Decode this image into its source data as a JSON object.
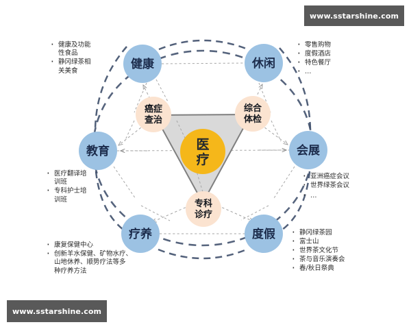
{
  "diagram": {
    "core": {
      "label": "医疗",
      "color": "#f5b71a"
    },
    "hubs": [
      {
        "id": "cancer",
        "label_line1": "癌症",
        "label_line2": "查治",
        "color": "#fbe3d0"
      },
      {
        "id": "checkup",
        "label_line1": "综合",
        "label_line2": "体检",
        "color": "#fbe3d0"
      },
      {
        "id": "specialty",
        "label_line1": "专科",
        "label_line2": "诊疗",
        "color": "#fbe3d0"
      }
    ],
    "nodes": [
      {
        "id": "health",
        "label": "健康",
        "color": "#9cc2e3"
      },
      {
        "id": "leisure",
        "label": "休闲",
        "color": "#9cc2e3"
      },
      {
        "id": "education",
        "label": "教育",
        "color": "#9cc2e3"
      },
      {
        "id": "expo",
        "label": "会展",
        "color": "#9cc2e3"
      },
      {
        "id": "recuperation",
        "label": "疗养",
        "color": "#9cc2e3"
      },
      {
        "id": "vacation",
        "label": "度假",
        "color": "#9cc2e3"
      }
    ],
    "lists": {
      "health": [
        "健康及功能",
        "性食品",
        "静冈绿茶相",
        "关美食"
      ],
      "health_items": [
        "健康及功能性食品",
        "静冈绿茶相关美食"
      ],
      "leisure_items": [
        "零售购物",
        "度假酒店",
        "特色餐厅",
        "…"
      ],
      "education_items": [
        "医疗翻译培训班",
        "专科护士培训班"
      ],
      "expo_items": [
        "亚洲癌症会议",
        "世界绿茶会议",
        "…"
      ],
      "recuperation_items": [
        "康复保健中心",
        "创新羊水保健、矿物水疗、山地休养、顺势疗法等多种疗养方法"
      ],
      "vacation_items": [
        "静冈绿茶园",
        "富士山",
        "世界茶文化节",
        "茶与音乐演奏会",
        "春/秋日祭典"
      ]
    },
    "list_lines": {
      "health": [
        [
          "健康及功能",
          "性食品"
        ],
        [
          "静冈绿茶相",
          "关美食"
        ]
      ],
      "leisure": [
        [
          "零售购物"
        ],
        [
          "度假酒店"
        ],
        [
          "特色餐厅"
        ],
        [
          "…"
        ]
      ],
      "education": [
        [
          "医疗翻译培",
          "训班"
        ],
        [
          "专科护士培",
          "训班"
        ]
      ],
      "expo": [
        [
          "亚洲癌症会议"
        ],
        [
          "世界绿茶会议"
        ],
        [
          "…"
        ]
      ],
      "recuperation": [
        [
          "康复保健中心"
        ],
        [
          "创新羊水保健、矿物水疗、",
          "山地休养、顺势疗法等多",
          "种疗养方法"
        ]
      ],
      "vacation": [
        [
          "静冈绿茶园"
        ],
        [
          "富士山"
        ],
        [
          "世界茶文化节"
        ],
        [
          "茶与音乐演奏会"
        ],
        [
          "春/秋日祭典"
        ]
      ]
    },
    "colors": {
      "node_blue": "#9cc2e3",
      "hub_peach": "#fbe3d0",
      "core_yellow": "#f5b71a",
      "triangle_fill": "#d9d9d9",
      "triangle_stroke": "#7f7f7f",
      "dashed_ring": "#3f4f6b",
      "thin_dash": "#a6a6a6",
      "watermark_bg": "#595959"
    }
  },
  "watermarks": {
    "top": "www.sstarshine.com",
    "bottom": "www.sstarshine.com"
  }
}
